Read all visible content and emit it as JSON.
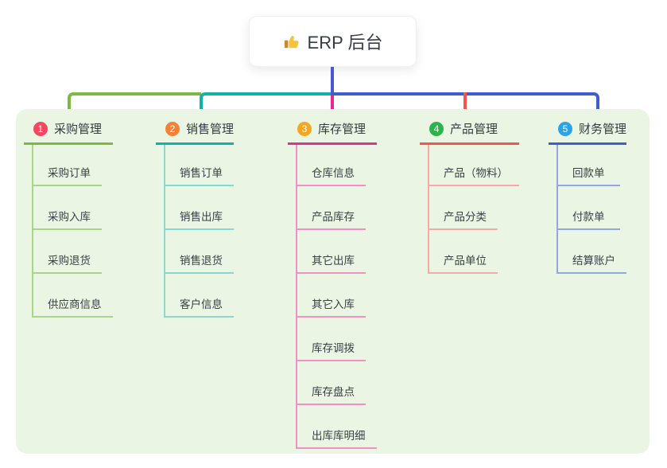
{
  "root": {
    "title": "ERP 后台",
    "icon": "thumbs-up-icon"
  },
  "colors": {
    "panel_bg": "#eaf6e3",
    "trunk": "#4a56d6",
    "branch3_drop": "#e32a8c"
  },
  "branches": [
    {
      "index": "1",
      "title": "采购管理",
      "badge_color": "#f3485f",
      "line_color": "#7cb93f",
      "child_line_color": "#a9d586",
      "children": [
        "采购订单",
        "采购入库",
        "采购退货",
        "供应商信息"
      ]
    },
    {
      "index": "2",
      "title": "销售管理",
      "badge_color": "#f58234",
      "line_color": "#10b3a7",
      "child_line_color": "#84d9d0",
      "children": [
        "销售订单",
        "销售出库",
        "销售退货",
        "客户信息"
      ]
    },
    {
      "index": "3",
      "title": "库存管理",
      "badge_color": "#f7a71f",
      "line_color": "#d6368f",
      "child_line_color": "#f090c4",
      "children": [
        "仓库信息",
        "产品库存",
        "其它出库",
        "其它入库",
        "库存调拨",
        "库存盘点",
        "出库库明细"
      ]
    },
    {
      "index": "4",
      "title": "产品管理",
      "badge_color": "#2cb34d",
      "line_color": "#f4564d",
      "child_line_color": "#f9a9a4",
      "children": [
        "产品（物料）",
        "产品分类",
        "产品单位"
      ]
    },
    {
      "index": "5",
      "title": "财务管理",
      "badge_color": "#2ba3e8",
      "line_color": "#3e5ed0",
      "child_line_color": "#92a6e0",
      "children": [
        "回款单",
        "付款单",
        "结算账户"
      ]
    }
  ]
}
